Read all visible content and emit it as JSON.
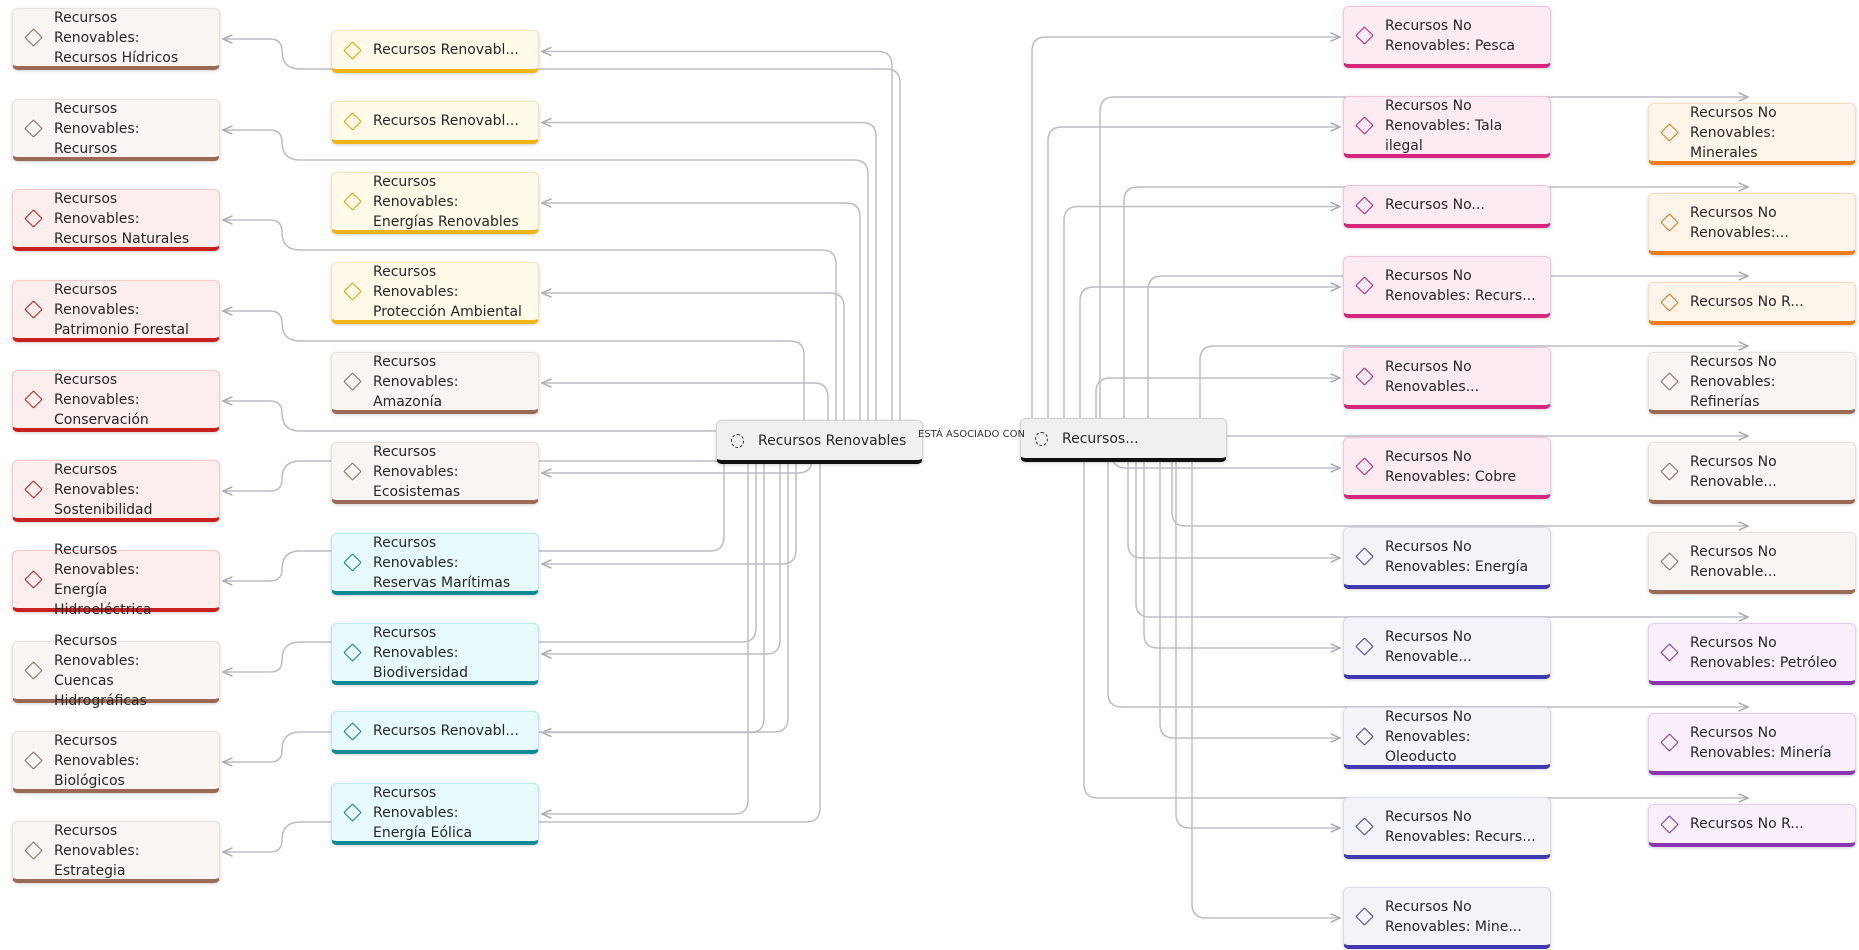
{
  "relationship_label": "ESTÁ ASOCIADO CON",
  "center_left": {
    "label": "Recursos Renovables"
  },
  "center_right": {
    "label": "Recursos..."
  },
  "left_outer": [
    {
      "label": "Recursos Renovables:\nRecursos Hídricos",
      "theme": "brown"
    },
    {
      "label": "Recursos Renovables:\nRecursos",
      "theme": "brown"
    },
    {
      "label": "Recursos Renovables:\nRecursos Naturales",
      "theme": "red"
    },
    {
      "label": "Recursos Renovables:\nPatrimonio Forestal",
      "theme": "red"
    },
    {
      "label": "Recursos Renovables:\nConservación",
      "theme": "red"
    },
    {
      "label": "Recursos Renovables:\nSostenibilidad",
      "theme": "red"
    },
    {
      "label": "Recursos Renovables:\nEnergía Hidroeléctrica",
      "theme": "red"
    },
    {
      "label": "Recursos Renovables:\nCuencas Hidrográficas",
      "theme": "brown"
    },
    {
      "label": "Recursos Renovables:\nBiológicos",
      "theme": "brown"
    },
    {
      "label": "Recursos Renovables:\nEstrategia",
      "theme": "brown"
    }
  ],
  "left_inner": [
    {
      "label": "Recursos Renovabl...",
      "theme": "yellow"
    },
    {
      "label": "Recursos Renovabl...",
      "theme": "yellow"
    },
    {
      "label": "Recursos Renovables:\nEnergías Renovables",
      "theme": "yellow"
    },
    {
      "label": "Recursos Renovables:\nProtección Ambiental",
      "theme": "yellow"
    },
    {
      "label": "Recursos Renovables:\nAmazonía",
      "theme": "brown"
    },
    {
      "label": "Recursos Renovables:\nEcosistemas",
      "theme": "brown"
    },
    {
      "label": "Recursos Renovables:\nReservas Marítimas",
      "theme": "teal"
    },
    {
      "label": "Recursos Renovables:\nBiodiversidad",
      "theme": "teal"
    },
    {
      "label": "Recursos Renovabl...",
      "theme": "teal"
    },
    {
      "label": "Recursos Renovables:\nEnergía Eólica",
      "theme": "teal"
    }
  ],
  "right_inner": [
    {
      "label": "Recursos No\nRenovables: Pesca",
      "theme": "pink"
    },
    {
      "label": "Recursos No\nRenovables: Tala ilegal",
      "theme": "pink"
    },
    {
      "label": "Recursos No...",
      "theme": "pink"
    },
    {
      "label": "Recursos No\nRenovables: Recurs...",
      "theme": "pink"
    },
    {
      "label": "Recursos No\nRenovables...",
      "theme": "pink"
    },
    {
      "label": "Recursos No\nRenovables: Cobre",
      "theme": "pink"
    },
    {
      "label": "Recursos No\nRenovables: Energía",
      "theme": "indigo"
    },
    {
      "label": "Recursos No\nRenovable...",
      "theme": "indigo"
    },
    {
      "label": "Recursos No\nRenovables: Oleoducto",
      "theme": "indigo"
    },
    {
      "label": "Recursos No\nRenovables: Recurs...",
      "theme": "indigo"
    },
    {
      "label": "Recursos No\nRenovables: Mine...",
      "theme": "indigo"
    }
  ],
  "right_outer": [
    {
      "label": "Recursos No\nRenovables: Minerales",
      "theme": "orange"
    },
    {
      "label": "Recursos No\nRenovables:...",
      "theme": "orange"
    },
    {
      "label": "Recursos No R...",
      "theme": "orange"
    },
    {
      "label": "Recursos No\nRenovables: Refinerías",
      "theme": "brown"
    },
    {
      "label": "Recursos No\nRenovable...",
      "theme": "brown"
    },
    {
      "label": "Recursos No\nRenovable...",
      "theme": "brown"
    },
    {
      "label": "Recursos No\nRenovables: Petróleo",
      "theme": "purple"
    },
    {
      "label": "Recursos No\nRenovables: Minería",
      "theme": "purple"
    },
    {
      "label": "Recursos No R...",
      "theme": "purple"
    }
  ]
}
